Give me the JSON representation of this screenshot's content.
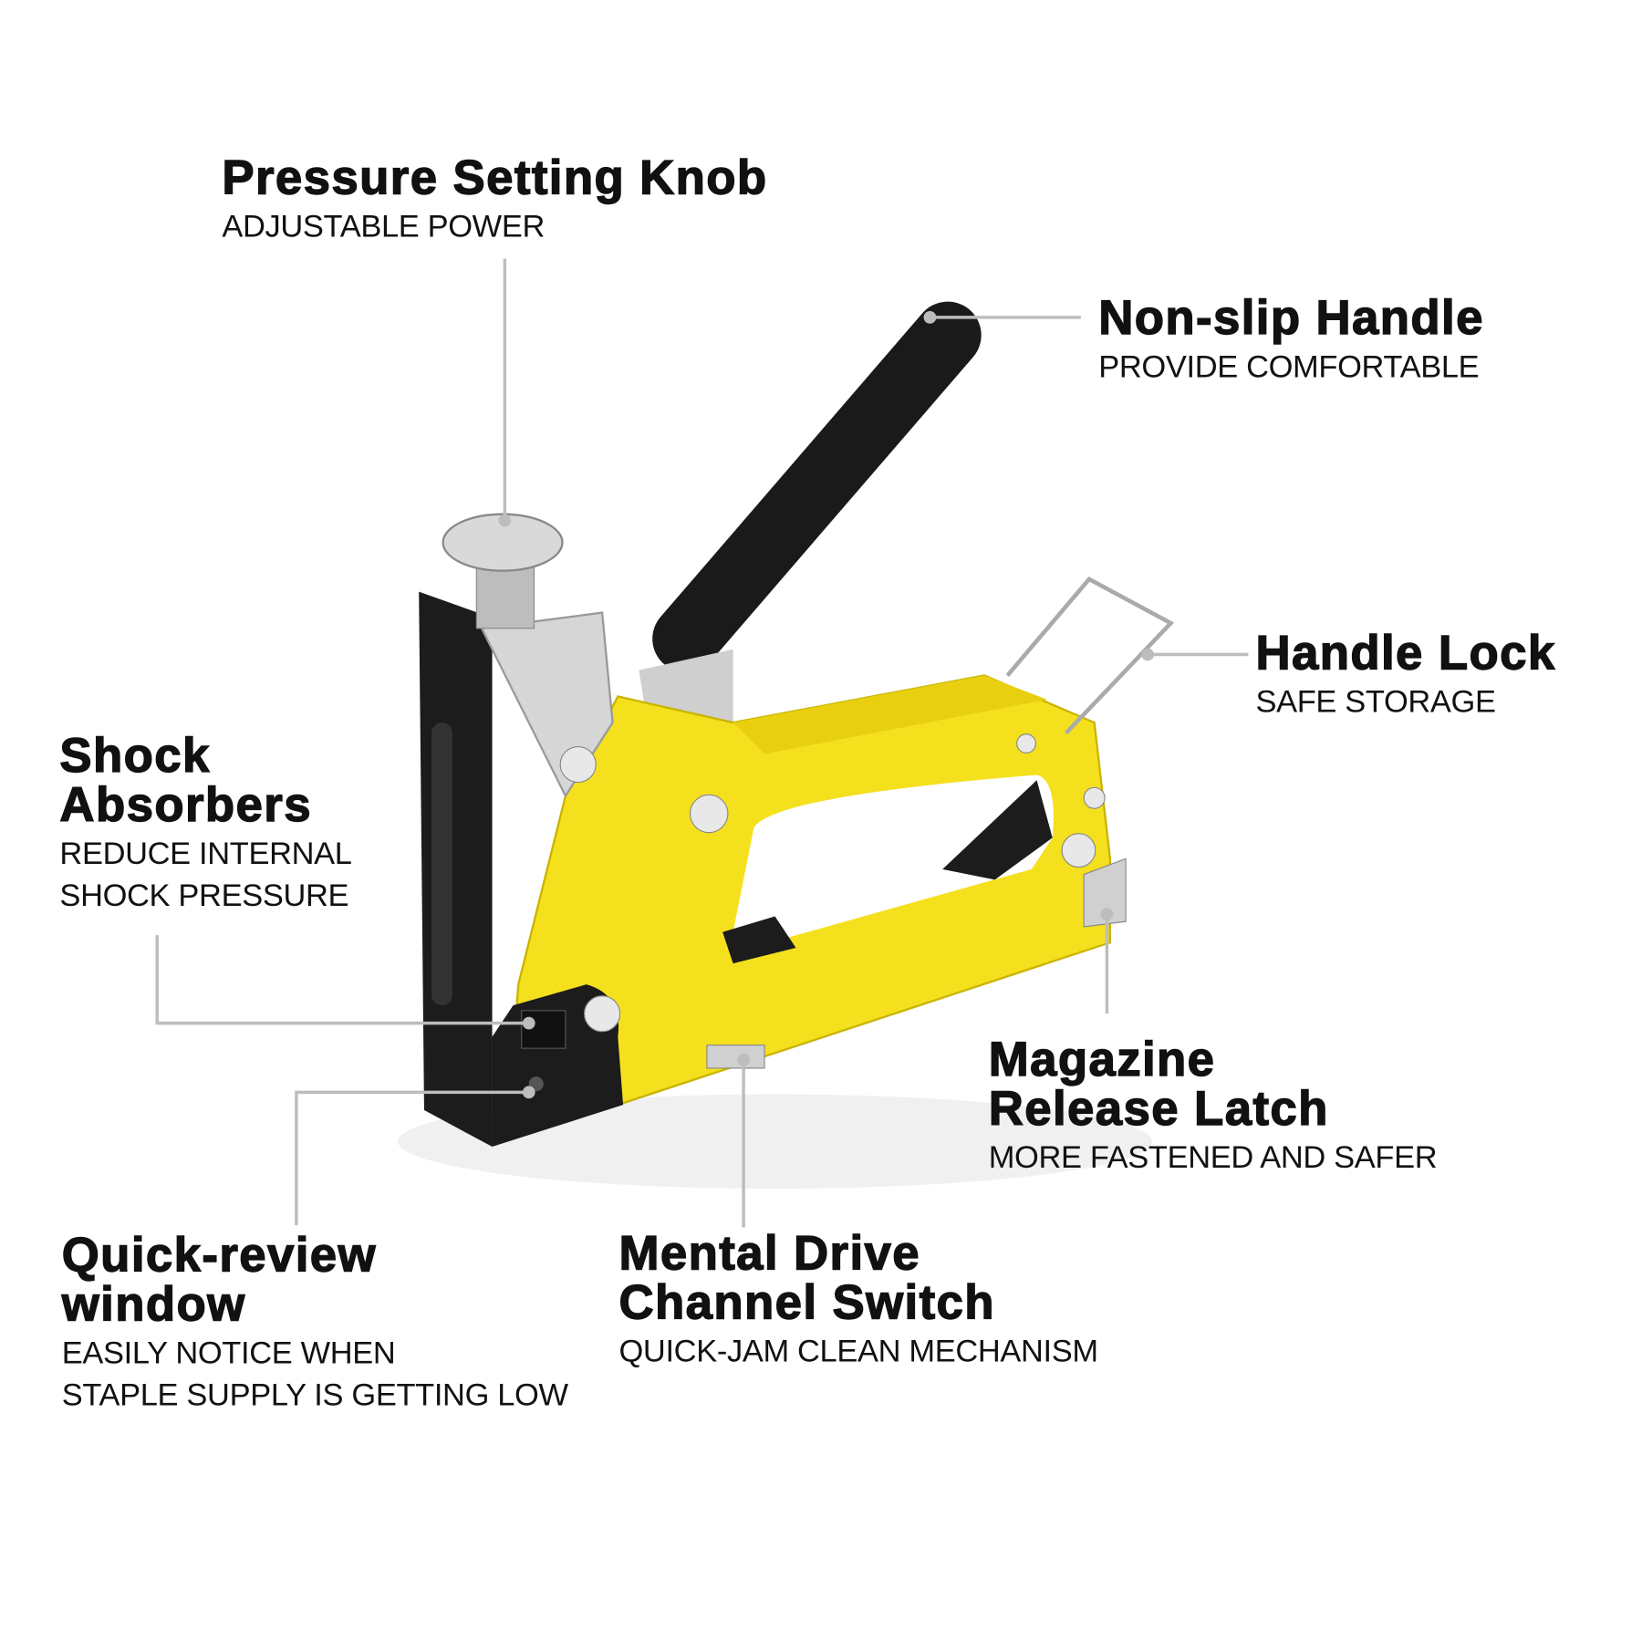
{
  "callouts": {
    "pressure": {
      "title": "Pressure Setting Knob",
      "sub": [
        "ADJUSTABLE POWER"
      ]
    },
    "handle": {
      "title": "Non-slip Handle",
      "sub": [
        "PROVIDE COMFORTABLE"
      ]
    },
    "lock": {
      "title": "Handle Lock",
      "sub": [
        "SAFE STORAGE"
      ]
    },
    "shock": {
      "title": [
        "Shock",
        "Absorbers"
      ],
      "sub": [
        "REDUCE INTERNAL",
        "SHOCK PRESSURE"
      ]
    },
    "magazine": {
      "title": [
        "Magazine",
        "Release Latch"
      ],
      "sub": [
        "MORE FASTENED AND SAFER"
      ]
    },
    "window": {
      "title": [
        "Quick-review",
        "window"
      ],
      "sub": [
        "EASILY NOTICE WHEN",
        "STAPLE SUPPLY IS GETTING LOW"
      ]
    },
    "drive": {
      "title": [
        "Mental Drive",
        "Channel Switch"
      ],
      "sub": [
        "QUICK-JAM CLEAN MECHANISM"
      ]
    }
  },
  "colors": {
    "body": "#f5e01e",
    "handle": "#1a1a1a",
    "leader": "#bdbdbd"
  }
}
